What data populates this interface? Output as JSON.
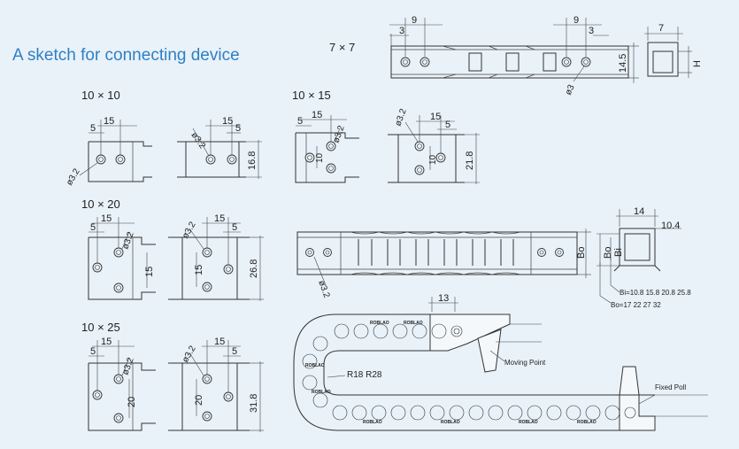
{
  "title": "A sketch for connecting device",
  "models": {
    "m7x7": "7 × 7",
    "m10x10": "10 × 10",
    "m10x15": "10 × 15",
    "m10x20": "10 × 20",
    "m10x25": "10 × 25"
  },
  "dims": {
    "d3": "3",
    "d5": "5",
    "d7": "7",
    "d9": "9",
    "d13": "13",
    "d14": "14",
    "d15": "15",
    "d20": "20",
    "d10": "10",
    "d10_4": "10.4",
    "d14_5": "14.5",
    "d16_8": "16.8",
    "d21_8": "21.8",
    "d26_8": "26.8",
    "d31_8": "31.8",
    "H": "H",
    "phi3": "ø3",
    "phi3_2": "ø3.2",
    "Bo": "Bo",
    "Bi": "Bi"
  },
  "notes": {
    "bi": "Bi=10.8  15.8  20.8  25.8",
    "bo": "Bo=17  22  27  32",
    "radius": "R18  R28",
    "moving": "Moving Point",
    "fixed": "Fixed Poll",
    "logo": "ROBLAO"
  }
}
